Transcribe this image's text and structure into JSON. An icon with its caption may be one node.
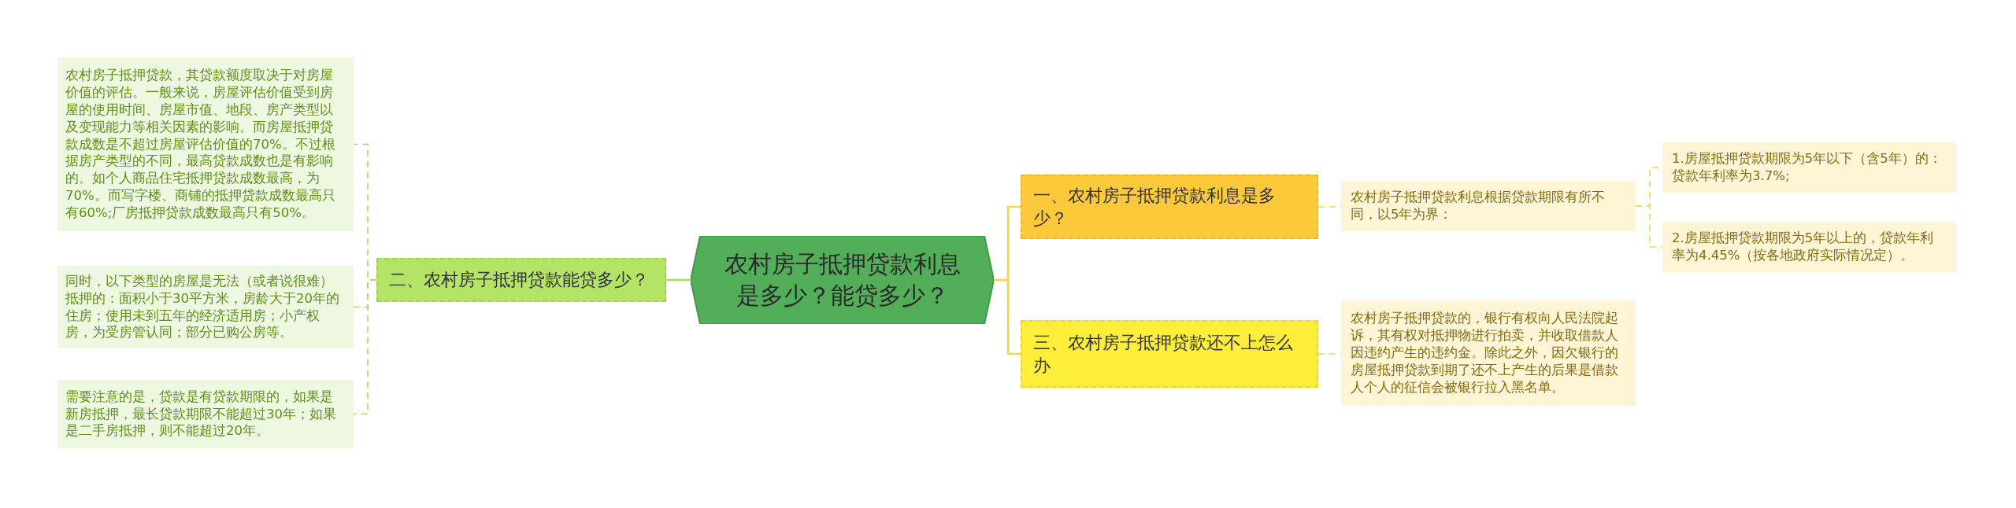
{
  "diagram": {
    "nodes": [
      {
        "text": [
          "农村房子抵押贷款利息是多少？能贷多少？"
        ]
      },
      {
        "text": [
          "二、农村房子抵押贷款能贷多少？"
        ]
      },
      {
        "text": [
          "农村房子抵押贷款，其贷款额度取决于对房屋价值的评估。一般来说，房屋评估价值受到房屋的使用时间、房屋市值、地段、房产类型以及变现能力等相关因素的影响。而房屋抵押贷款成数是不超过房屋评估价值的70%。不过根据房产类型的不同，最高贷款成数也是有影响的。如个人商品住宅抵押贷款成数最高，为70%。而写字楼、商铺的抵押贷款成数最高只有60%;厂房抵押贷款成数最高只有50%。"
        ]
      },
      {
        "text": [
          "同时，以下类型的房屋是无法（或者说很难）抵押的：面积小于30平方米，房龄大于20年的住房；使用未到五年的经济适用房；小产权房，为受房管认同；部分已购公房等。"
        ]
      },
      {
        "text": [
          "需要注意的是，贷款是有贷款期限的，如果是新房抵押，最长贷款期限不能超过30年；如果是二手房抵押，则不能超过20年。"
        ]
      },
      {
        "text": [
          "一、农村房子抵押贷款利息是多少？"
        ]
      },
      {
        "text": [
          "农村房子抵押贷款利息根据贷款期限有所不同，以5年为界："
        ]
      },
      {
        "text": [
          "1.房屋抵押贷款期限为5年以下（含5年）的：贷款年利率为3.7%;"
        ]
      },
      {
        "text": [
          "2.房屋抵押贷款期限为5年以上的，贷款年利率为4.45%（按各地政府实际情况定）。"
        ]
      },
      {
        "text": [
          "三、农村房子抵押贷款还不上怎么办"
        ]
      },
      {
        "text": [
          "农村房子抵押贷款的，银行有权向人民法院起诉，其有权对抵押物进行拍卖，并收取借款人因违约产生的违约金。除此之外，因欠银行的房屋抵押贷款到期了还不上产生的后果是借款人个人的征信会被银行拉入黑名单。"
        ]
      }
    ],
    "edges": [
      {
        "from": 0,
        "to": 1,
        "arrow": "none",
        "color": "#a8dd5a"
      },
      {
        "from": 1,
        "to": 2,
        "arrow": "none",
        "style": "dashed",
        "color": "#a8dd5a"
      },
      {
        "from": 1,
        "to": 3,
        "arrow": "none",
        "style": "dashed",
        "color": "#a8dd5a"
      },
      {
        "from": 1,
        "to": 4,
        "arrow": "none",
        "style": "dashed",
        "color": "#a8dd5a"
      },
      {
        "from": 0,
        "to": 5,
        "arrow": "none"
      },
      {
        "from": 0,
        "to": 9,
        "arrow": "none"
      },
      {
        "from": 5,
        "to": 6,
        "arrow": "none",
        "style": "dashed"
      },
      {
        "from": 6,
        "to": 7,
        "arrow": "none",
        "style": "dashed"
      },
      {
        "from": 6,
        "to": 8,
        "arrow": "none",
        "style": "dashed"
      },
      {
        "from": 9,
        "to": 10,
        "arrow": "none",
        "style": "dashed"
      }
    ]
  }
}
